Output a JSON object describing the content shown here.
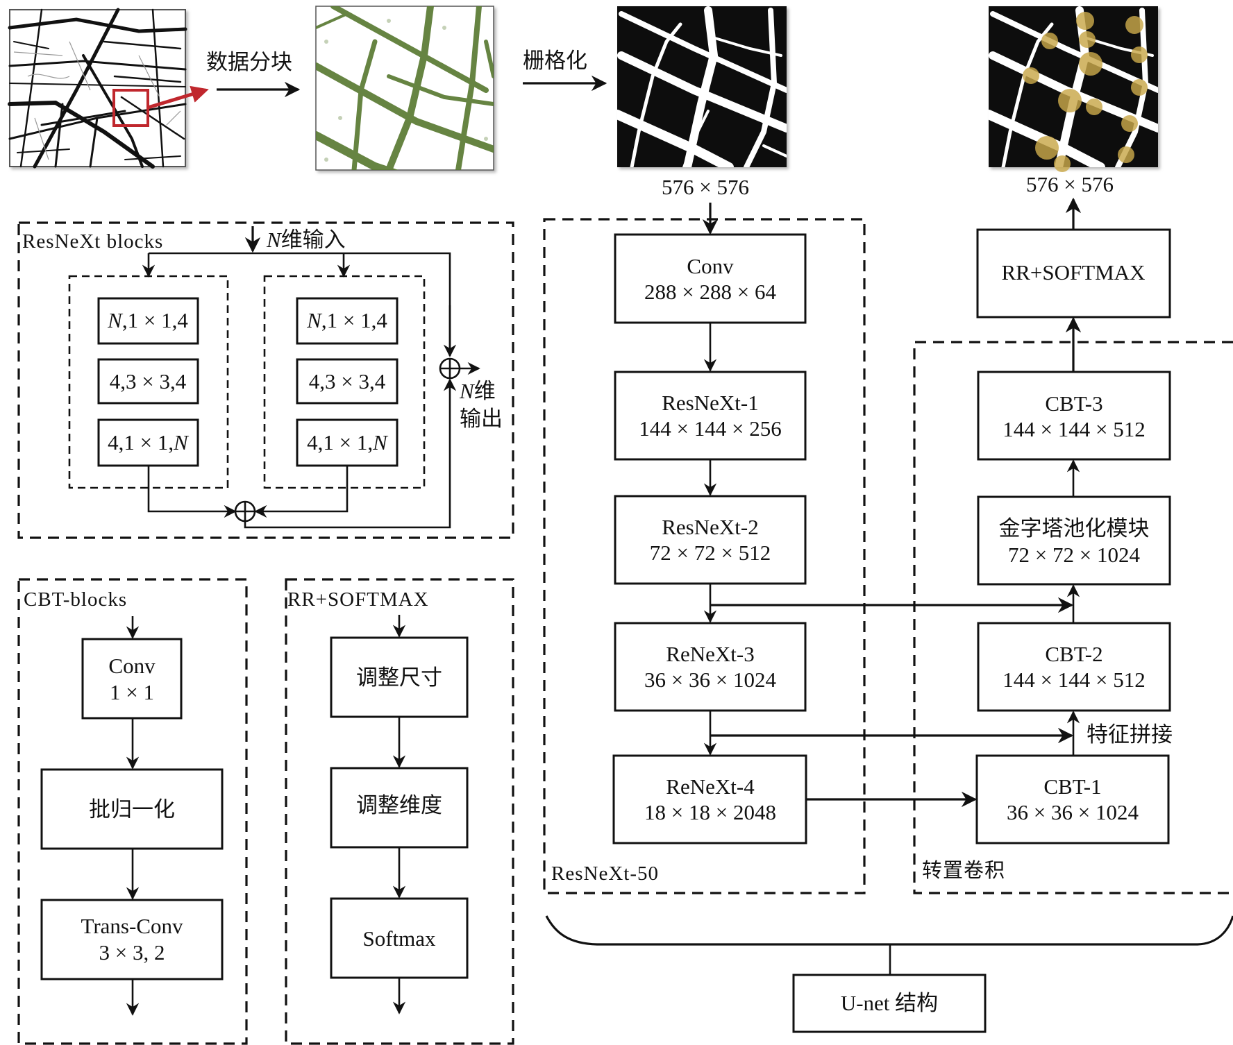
{
  "pipeline": {
    "step1_label": "数据分块",
    "step2_label": "栅格化",
    "raster_size_label": "576 × 576",
    "output_size_label": "576 × 576",
    "images": {
      "road_map": "road-network-map",
      "trajectory_tile": "trajectory-point-tile",
      "raster_tile": "binary-raster-tile",
      "output_tile": "intersection-detection-output"
    },
    "colors": {
      "highlight_red": "#c0272d",
      "trajectory_green": "#5a7a32",
      "raster_black": "#0e0e0e",
      "detection_gold": "#c9a84a"
    }
  },
  "resnext_blocks": {
    "title": "ResNeXt blocks",
    "input_label_italic": "N",
    "input_label": "维输入",
    "output_label_italic": "N",
    "output_label_line1": "维",
    "output_label_line2": "输出",
    "branches": [
      {
        "layers": [
          {
            "italic_prefix": "N",
            "text": ",1 × 1,4",
            "italic_suffix": ""
          },
          {
            "italic_prefix": "",
            "text": "4,3 × 3,4",
            "italic_suffix": ""
          },
          {
            "italic_prefix": "",
            "text": "4,1 × 1,",
            "italic_suffix": "N"
          }
        ]
      },
      {
        "layers": [
          {
            "italic_prefix": "N",
            "text": ",1 × 1,4",
            "italic_suffix": ""
          },
          {
            "italic_prefix": "",
            "text": "4,3 × 3,4",
            "italic_suffix": ""
          },
          {
            "italic_prefix": "",
            "text": "4,1 × 1,",
            "italic_suffix": "N"
          }
        ]
      }
    ]
  },
  "cbt_blocks": {
    "title": "CBT-blocks",
    "steps": [
      {
        "line1": "Conv",
        "line2": "1 × 1"
      },
      {
        "line1": "批归一化",
        "line2": ""
      },
      {
        "line1": "Trans-Conv",
        "line2": "3 × 3, 2"
      }
    ]
  },
  "rr_softmax": {
    "title": "RR+SOFTMAX",
    "steps": [
      {
        "line1": "调整尺寸"
      },
      {
        "line1": "调整维度"
      },
      {
        "line1": "Softmax"
      }
    ]
  },
  "encoder": {
    "title": "ResNeXt-50",
    "blocks": [
      {
        "name": "Conv",
        "shape": "288 × 288 × 64"
      },
      {
        "name": "ResNeXt-1",
        "shape": "144 × 144 × 256"
      },
      {
        "name": "ResNeXt-2",
        "shape": "72 × 72 × 512"
      },
      {
        "name": "ReNeXt-3",
        "shape": "36 × 36 × 1024"
      },
      {
        "name": "ReNeXt-4",
        "shape": "18 × 18 × 2048"
      }
    ]
  },
  "decoder": {
    "title": "转置卷积",
    "head": {
      "name": "RR+SOFTMAX"
    },
    "blocks": [
      {
        "name": "CBT-3",
        "shape": "144 × 144 × 512"
      },
      {
        "name": "金字塔池化模块",
        "shape": "72 × 72 × 1024"
      },
      {
        "name": "CBT-2",
        "shape": "144 × 144 × 512"
      },
      {
        "name": "CBT-1",
        "shape": "36 × 36 × 1024"
      }
    ],
    "concat_label": "特征拼接"
  },
  "unet": {
    "label": "U-net 结构"
  }
}
